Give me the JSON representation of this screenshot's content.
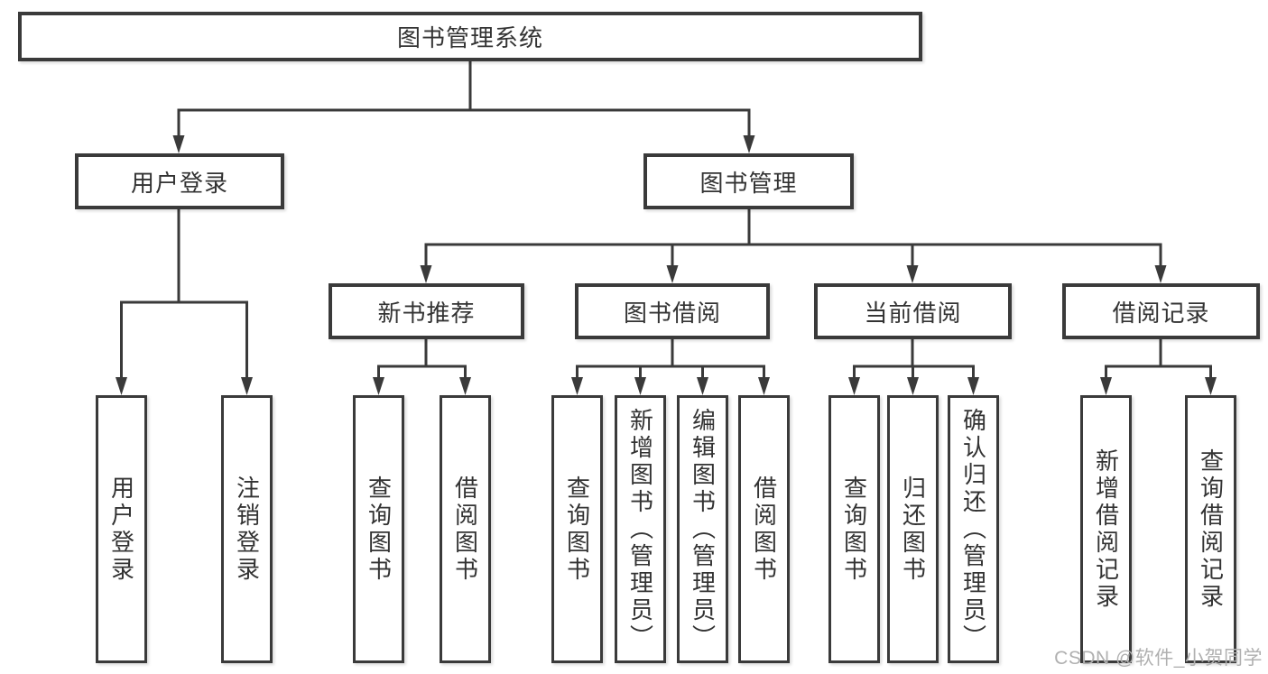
{
  "title": "图书管理系统",
  "level2": [
    {
      "label": "用户登录"
    },
    {
      "label": "图书管理"
    }
  ],
  "level3": [
    {
      "label": "新书推荐"
    },
    {
      "label": "图书借阅"
    },
    {
      "label": "当前借阅"
    },
    {
      "label": "借阅记录"
    }
  ],
  "level4": {
    "user_login": [
      {
        "label": "用户登录"
      },
      {
        "label": "注销登录"
      }
    ],
    "new_book_recommend": [
      {
        "label": "查询图书"
      },
      {
        "label": "借阅图书"
      }
    ],
    "book_borrow": [
      {
        "label": "查询图书"
      },
      {
        "label": "新增图书（管理员）"
      },
      {
        "label": "编辑图书（管理员）"
      },
      {
        "label": "借阅图书"
      }
    ],
    "current_borrow": [
      {
        "label": "查询图书"
      },
      {
        "label": "归还图书"
      },
      {
        "label": "确认归还（管理员）"
      }
    ],
    "borrow_records": [
      {
        "label": "新增借阅记录"
      },
      {
        "label": "查询借阅记录"
      }
    ]
  },
  "watermark": "CSDN @软件_小贺同学",
  "colors": {
    "line": "#3a3a3a",
    "text": "#333333",
    "watermark": "#b0b0b0",
    "background": "#ffffff"
  }
}
